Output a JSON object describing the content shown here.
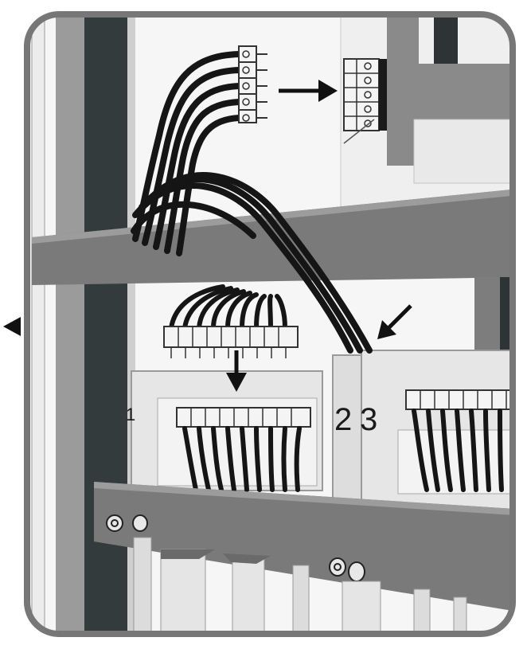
{
  "labels": {
    "panel_1": "1",
    "panel_2": "2",
    "panel_3": "3"
  },
  "colors": {
    "frame": "#777777",
    "post_dark": "#343b3d",
    "beam": "#6e6e6e",
    "panel": "#e4e4e4",
    "panel_edge": "#9a9a9a",
    "cable": "#151515",
    "arrow": "#111111"
  }
}
